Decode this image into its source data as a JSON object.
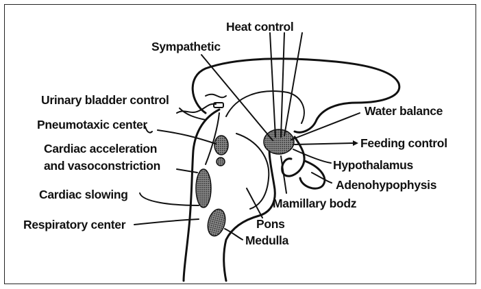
{
  "labels": {
    "heat_control": "Heat control",
    "sympathetic": "Sympathetic",
    "urinary_bladder_control": "Urinary bladder control",
    "pneumotaxic_center": "Pneumotaxic center",
    "cardiac_acceleration_line1": "Cardiac acceleration",
    "cardiac_acceleration_line2": "and vasoconstriction",
    "cardiac_slowing": "Cardiac slowing",
    "respiratory_center": "Respiratory center",
    "water_balance": "Water balance",
    "feeding_control": "Feeding control",
    "hypothalamus": "Hypothalamus",
    "adenohypophysis": "Adenohypophysis",
    "mamillary_body": "Mamillary bodz",
    "pons": "Pons",
    "medulla": "Medulla"
  },
  "colors": {
    "ink": "#111111",
    "nucleus_fill": "#3a3a3a",
    "shaded_fill": "#6b6b6b",
    "background": "#ffffff"
  }
}
